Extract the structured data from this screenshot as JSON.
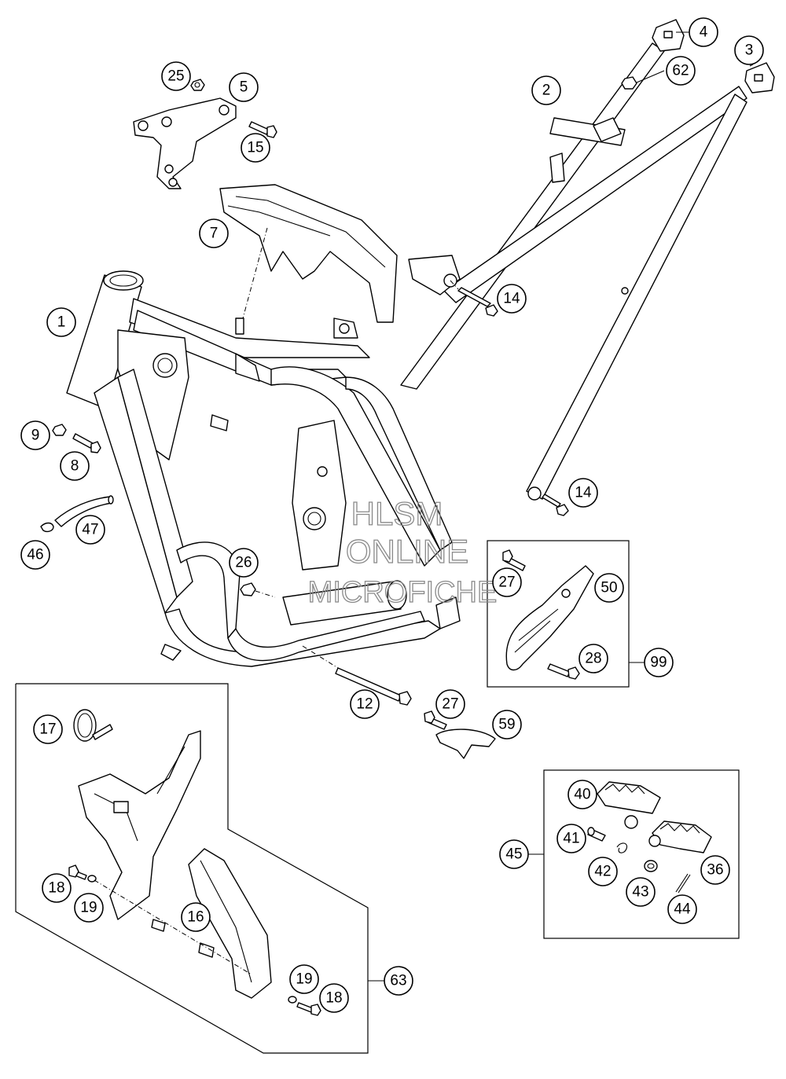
{
  "diagram": {
    "watermark": [
      "HLSM",
      "ONLINE",
      "MICROFICHE"
    ],
    "callouts": [
      "1",
      "2",
      "3",
      "4",
      "5",
      "7",
      "8",
      "9",
      "12",
      "14",
      "14",
      "15",
      "16",
      "17",
      "18",
      "18",
      "19",
      "19",
      "25",
      "26",
      "27",
      "27",
      "28",
      "36",
      "40",
      "41",
      "42",
      "43",
      "44",
      "45",
      "46",
      "47",
      "50",
      "59",
      "62",
      "63",
      "99"
    ],
    "colors": {
      "line": "#000000",
      "background": "#ffffff",
      "watermark": "#8a8a8a"
    }
  }
}
